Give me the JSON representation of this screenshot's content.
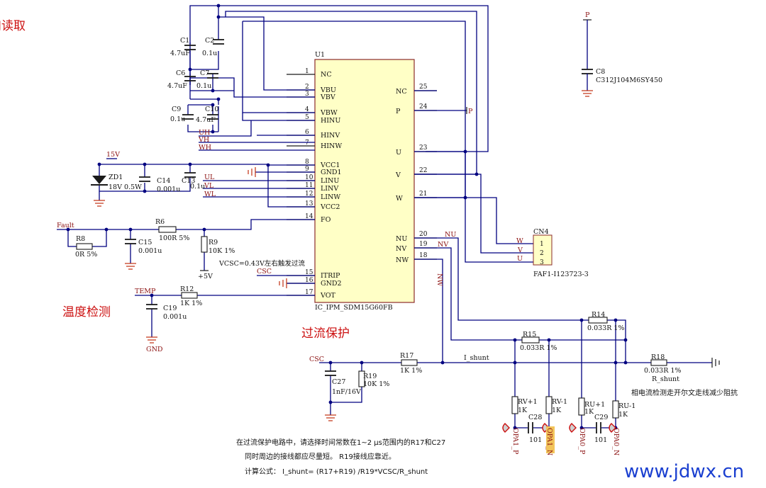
{
  "headings": {
    "top_left_partial": "J读取",
    "temp": "温度检测",
    "overcurrent": "过流保护"
  },
  "ic": {
    "ref": "U1",
    "part": "IC_IPM_SDM15G60FB",
    "left_pins": [
      {
        "num": "1",
        "name": "NC"
      },
      {
        "num": "2",
        "name": "VBU"
      },
      {
        "num": "3",
        "name": "VBV"
      },
      {
        "num": "4",
        "name": "VBW"
      },
      {
        "num": "5",
        "name": "HINU"
      },
      {
        "num": "6",
        "name": "HINV"
      },
      {
        "num": "7",
        "name": "HINW"
      },
      {
        "num": "8",
        "name": "VCC1"
      },
      {
        "num": "9",
        "name": "GND1"
      },
      {
        "num": "10",
        "name": "LINU"
      },
      {
        "num": "11",
        "name": "LINV"
      },
      {
        "num": "12",
        "name": "LINW"
      },
      {
        "num": "13",
        "name": "VCC2"
      },
      {
        "num": "14",
        "name": "FO"
      },
      {
        "num": "15",
        "name": "ITRIP"
      },
      {
        "num": "16",
        "name": "GND2"
      },
      {
        "num": "17",
        "name": "VOT"
      }
    ],
    "right_pins": [
      {
        "num": "25",
        "name": "NC"
      },
      {
        "num": "24",
        "name": "P"
      },
      {
        "num": "23",
        "name": "U"
      },
      {
        "num": "22",
        "name": "V"
      },
      {
        "num": "21",
        "name": "W"
      },
      {
        "num": "20",
        "name": "NU"
      },
      {
        "num": "19",
        "name": "NV"
      },
      {
        "num": "18",
        "name": "NW"
      }
    ]
  },
  "bootstrap_caps": [
    {
      "ref": "C1",
      "value": "4.7uF"
    },
    {
      "ref": "C2",
      "value": "0.1u"
    },
    {
      "ref": "C6",
      "value": "4.7uF"
    },
    {
      "ref": "C7",
      "value": "0.1u"
    },
    {
      "ref": "C9",
      "value": "0.1u"
    },
    {
      "ref": "C10",
      "value": "4.7uF"
    }
  ],
  "nets": {
    "uh": "UH",
    "vh": "VH",
    "wh": "WH",
    "ul": "UL",
    "vl": "VL",
    "wl": "WL",
    "v15": "15V",
    "fault": "Fault",
    "csc": "CSC",
    "csc2": "CSC",
    "temp": "TEMP",
    "gnd": "GND",
    "p5v": "+5V",
    "p": "P",
    "p_pin": "P",
    "nu": "NU",
    "nv": "NV",
    "nw": "NW",
    "i_shunt": "I_shunt"
  },
  "components": {
    "zd1": {
      "ref": "ZD1",
      "value": "18V 0.5W"
    },
    "c14": {
      "ref": "C14",
      "value": "0.001u"
    },
    "c13": {
      "ref": "C13",
      "value": "0.1u"
    },
    "r8": {
      "ref": "R8",
      "value": "0R 5%"
    },
    "r6": {
      "ref": "R6",
      "value": "100R 5%"
    },
    "c15": {
      "ref": "C15",
      "value": "0.001u"
    },
    "r9": {
      "ref": "R9",
      "value": "10K 1%"
    },
    "r12": {
      "ref": "R12",
      "value": "1K 1%"
    },
    "c19": {
      "ref": "C19",
      "value": "0.001u"
    },
    "c8": {
      "ref": "C8",
      "value": "C312J104M6SY450"
    },
    "r14": {
      "ref": "R14",
      "value": "0.033R 1%"
    },
    "r15": {
      "ref": "R15",
      "value": "0.033R 1%"
    },
    "r18": {
      "ref": "R18",
      "value": "0.033R 1%",
      "net": "R_shunt"
    },
    "r17": {
      "ref": "R17",
      "value": "1K 1%"
    },
    "c27": {
      "ref": "C27",
      "value": "1nF/16V"
    },
    "r19": {
      "ref": "R19",
      "value": "10K 1%"
    },
    "rv_p": {
      "ref": "RV+1",
      "value": "1K"
    },
    "rv_n": {
      "ref": "RV-1",
      "value": "1K"
    },
    "ru_p": {
      "ref": "RU+1",
      "value": "1K"
    },
    "ru_n": {
      "ref": "RU-1",
      "value": "1K"
    },
    "c28": {
      "ref": "C28",
      "value": "101"
    },
    "c29": {
      "ref": "C29",
      "value": "101"
    }
  },
  "opamp_nets": [
    "OPA1_P",
    "OPA1_N",
    "OPA0_P",
    "OPA0_N"
  ],
  "connector": {
    "ref": "CN4",
    "part": "FAF1-I123723-3",
    "pins": [
      {
        "num": "1",
        "net": "W"
      },
      {
        "num": "2",
        "net": "V"
      },
      {
        "num": "3",
        "net": "U"
      }
    ]
  },
  "notes": {
    "vcsc": "VCSC=0.43V左右触发过流",
    "kelvin": "相电流检测走开尔文走线减少阻抗",
    "line1": "在过流保护电路中，请选择时间常数在1~2 μs范围内的R17和C27",
    "line2": "同时周边的接线都应尽量短。 R19接线应靠近。",
    "line3": "计算公式： I_shunt= (R17+R19) /R19*VCSC/R_shunt"
  },
  "watermark": "www.jdwx.cn"
}
